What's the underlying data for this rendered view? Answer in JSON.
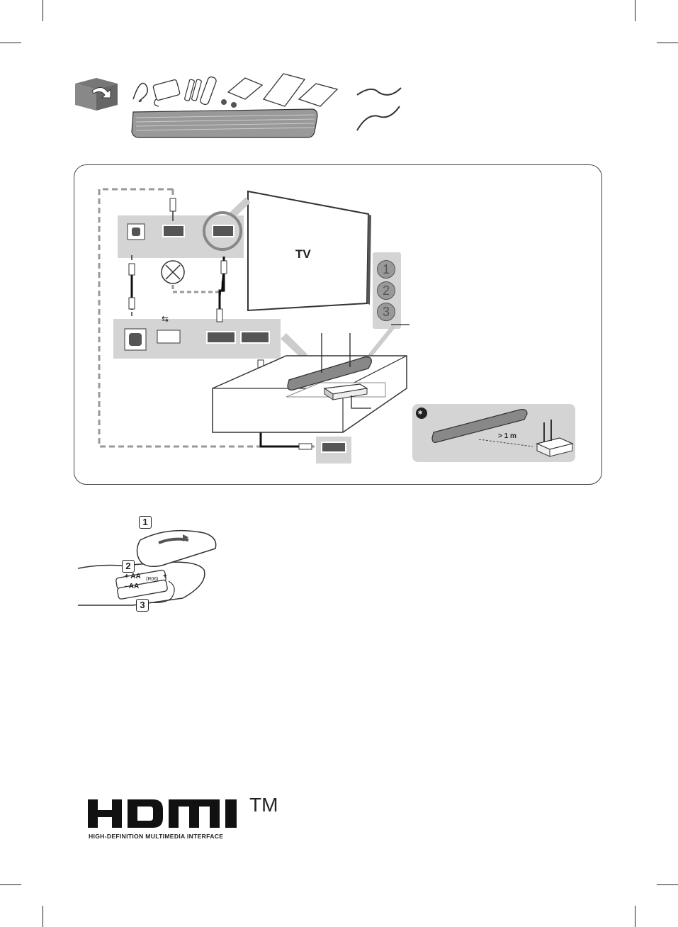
{
  "diagram": {
    "tv_label": "TV",
    "callout_numbers": [
      "1",
      "2",
      "3"
    ],
    "distance_label": "> 1 m"
  },
  "remote": {
    "steps": [
      "1",
      "2",
      "3"
    ],
    "battery_text": [
      "+ AA",
      "- AA",
      "(R06)",
      "+"
    ]
  },
  "logo": {
    "wordmark": "HDMI",
    "trademark": "TM",
    "tagline": "HIGH-DEFINITION MULTIMEDIA INTERFACE"
  }
}
